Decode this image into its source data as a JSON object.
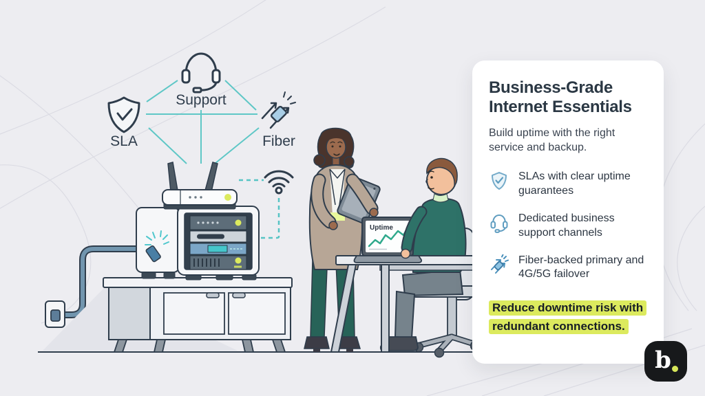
{
  "scene": {
    "diagram": {
      "nodes": [
        {
          "id": "sla",
          "label": "SLA",
          "icon": "shield-check-icon"
        },
        {
          "id": "support",
          "label": "Support",
          "icon": "headset-icon"
        },
        {
          "id": "fiber",
          "label": "Fiber",
          "icon": "fiber-cable-icon"
        }
      ]
    },
    "laptop_screen": {
      "title": "Uptime"
    }
  },
  "card": {
    "title": "Business-Grade Internet Essentials",
    "subtitle": "Build uptime with the right service and backup.",
    "bullets": [
      {
        "icon": "shield-check-icon",
        "text": "SLAs with clear uptime guarantees"
      },
      {
        "icon": "headset-icon",
        "text": "Dedicated business support channels"
      },
      {
        "icon": "fiber-cable-icon",
        "text": "Fiber-backed primary and 4G/5G failover"
      }
    ],
    "takeaway": "Reduce downtime risk with redundant connections."
  },
  "logo": {
    "letter": "b",
    "dot": "."
  },
  "colors": {
    "page_bg": "#ededf1",
    "card_bg": "#ffffff",
    "title_navy": "#2b3844",
    "outline_navy": "#2f3d4c",
    "accent_teal": "#5ec7c6",
    "highlight_yellow_green": "#dcea5e",
    "bullet_icon_blue": "#5f9dc0",
    "led_green": "#dcea5e",
    "logo_bg": "#17191b",
    "logo_dot": "#d7e75a"
  }
}
